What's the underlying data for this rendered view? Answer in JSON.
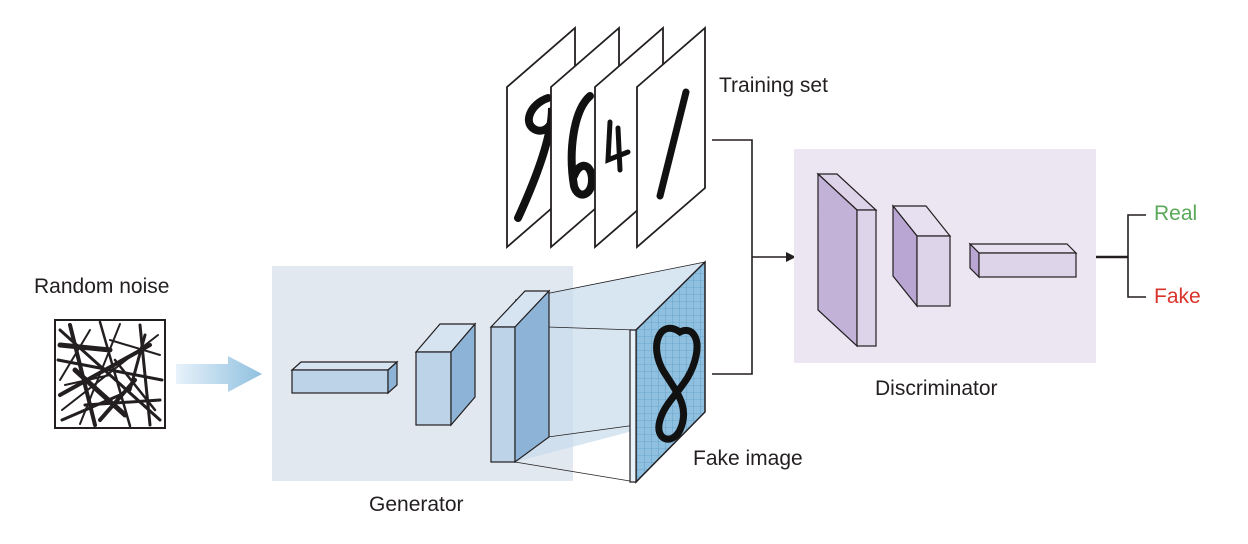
{
  "labels": {
    "random_noise": "Random noise",
    "generator": "Generator",
    "fake_image": "Fake image",
    "training_set": "Training set",
    "discriminator": "Discriminator",
    "real": "Real",
    "fake": "Fake"
  },
  "colors": {
    "generator_panel": "#e1e8f0",
    "generator_block": "#bcd3e8",
    "generator_block_side": "#8db4d6",
    "discriminator_panel": "#ebe6f2",
    "discriminator_block": "#ddd4ea",
    "discriminator_block_side": "#b9a6d2",
    "arrow": "#8fc0e0",
    "grid_image": "#7ab3d6",
    "real_label": "#5aa85a",
    "fake_label": "#d9342b",
    "line": "#231f20"
  }
}
